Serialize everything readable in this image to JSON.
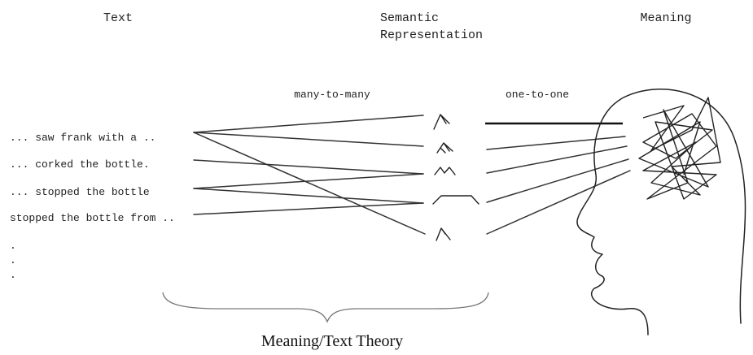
{
  "headers": {
    "text": "Text",
    "semantic_line1": "Semantic",
    "semantic_line2": "Representation",
    "meaning": "Meaning"
  },
  "labels": {
    "many_to_many": "many-to-many",
    "one_to_one": "one-to-one"
  },
  "phrases": [
    "... saw frank with a ..",
    "... corked the bottle.",
    "... stopped the bottle",
    "stopped the bottle from .."
  ],
  "ellipsis_dots": [
    ".",
    ".",
    "."
  ],
  "footer_title": "Meaning/Text Theory"
}
